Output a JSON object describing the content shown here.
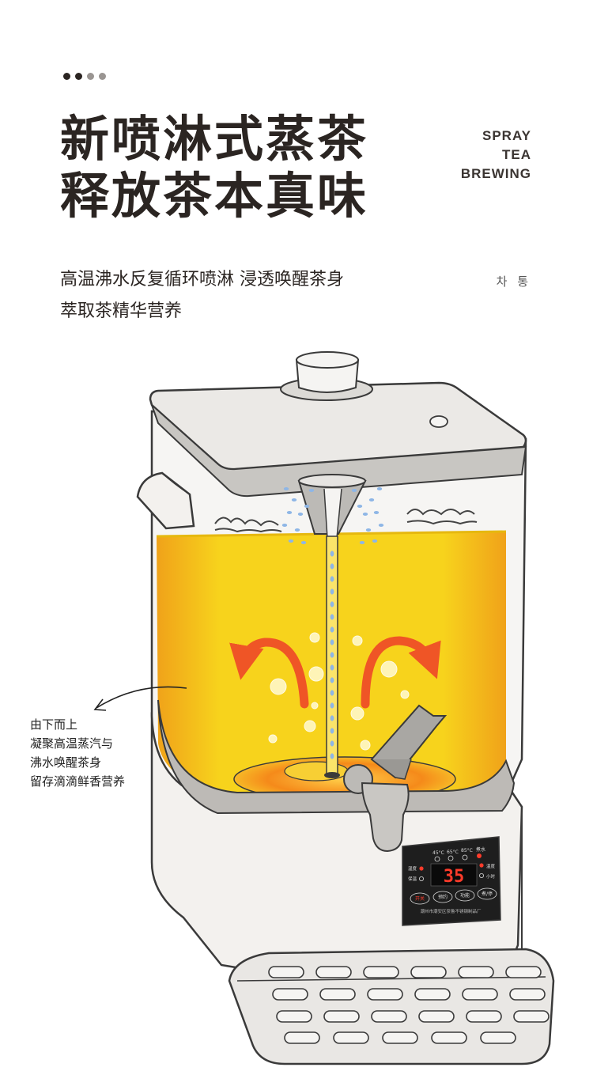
{
  "header": {
    "title_line1": "新喷淋式蒸茶",
    "title_line2": "释放茶本真味",
    "english_line1": "SPRAY",
    "english_line2": "TEA",
    "english_line3": "BREWING",
    "subtitle_line1": "高温沸水反复循环喷淋 浸透唤醒茶身",
    "subtitle_line2": "萃取茶精华营养",
    "korean_tag": "차 통"
  },
  "annotation": {
    "line1": "由下而上",
    "line2": "凝聚高温蒸汽与",
    "line3": "沸水唤醒茶身",
    "line4": "留存滴滴鲜香营养"
  },
  "panel": {
    "display_value": "35",
    "temp_1": "45°C",
    "temp_2": "65°C",
    "temp_3": "85°C",
    "temp_4": "煮水",
    "left_label_1": "温度",
    "left_label_2": "保温",
    "right_label_1": "温度",
    "right_label_2": "小时",
    "btn_1": "开关",
    "btn_2": "预约",
    "btn_3": "功能",
    "btn_4": "煮/停",
    "footer": "潮州市潮安区奈鲁不锈钢制品厂"
  },
  "colors": {
    "dot_dark": "#2b2522",
    "dot_light": "#9a9592",
    "tea_yellow": "#f7d31c",
    "tea_orange": "#f0a21a",
    "arrow_red": "#ef5526",
    "outline": "#3a3a3a",
    "lid": "#ebe9e6",
    "body": "#f3f1ee",
    "panel": "#1e1e1e",
    "led": "#ff3b2a"
  }
}
